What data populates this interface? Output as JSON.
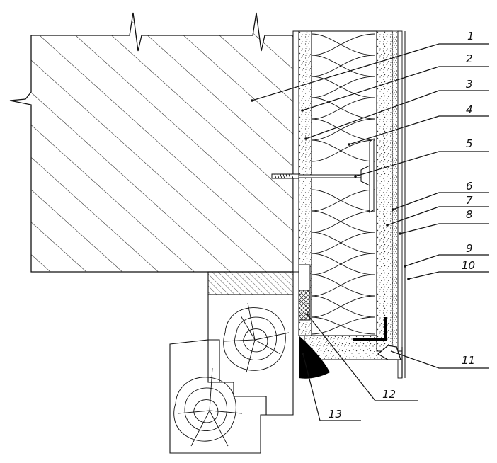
{
  "callouts": [
    {
      "num": "1"
    },
    {
      "num": "2"
    },
    {
      "num": "3"
    },
    {
      "num": "4"
    },
    {
      "num": "5"
    },
    {
      "num": "6"
    },
    {
      "num": "7"
    },
    {
      "num": "8"
    },
    {
      "num": "9"
    },
    {
      "num": "10"
    },
    {
      "num": "11"
    },
    {
      "num": "12"
    },
    {
      "num": "13"
    }
  ]
}
